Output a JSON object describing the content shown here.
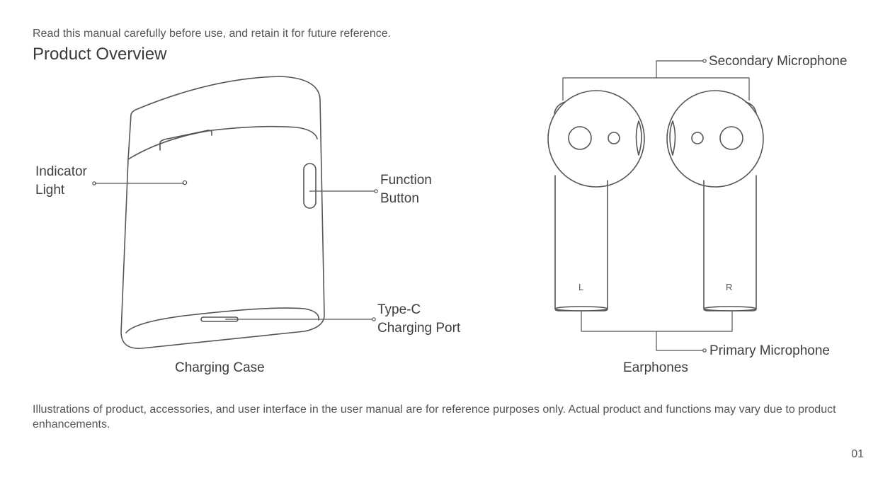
{
  "header": {
    "intro": "Read this manual carefully before use, and retain it for future reference.",
    "title": "Product Overview"
  },
  "charging_case": {
    "caption": "Charging Case",
    "indicator_label_line1": "Indicator",
    "indicator_label_line2": "Light",
    "function_label_line1": "Function",
    "function_label_line2": "Button",
    "port_label_line1": "Type-C",
    "port_label_line2": "Charging Port"
  },
  "earphones": {
    "caption": "Earphones",
    "secondary_mic_label": "Secondary Microphone",
    "primary_mic_label": "Primary Microphone",
    "left_mark": "L",
    "right_mark": "R"
  },
  "footer": {
    "disclaimer": "Illustrations of product, accessories, and user interface in the user manual are for reference purposes only. Actual product and functions may vary due to product enhancements.",
    "page_number": "01"
  }
}
